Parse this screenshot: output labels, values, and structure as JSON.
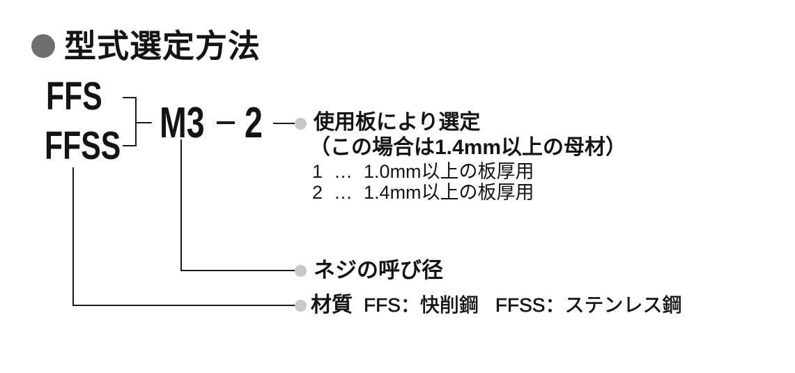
{
  "header": {
    "title": "型式選定方法"
  },
  "model": {
    "prefix_options": [
      {
        "code": "FFS"
      },
      {
        "code": "FFSS"
      }
    ],
    "thread": "M3",
    "plate": "2",
    "separator": "-"
  },
  "callouts": {
    "plate": {
      "title": "使用板により選定",
      "subtitle": "（この場合は1.4mm以上の母材）",
      "options": [
        {
          "code": "1",
          "dots": "…",
          "label": "1.0mm以上の板厚用"
        },
        {
          "code": "2",
          "dots": "…",
          "label": "1.4mm以上の板厚用"
        }
      ]
    },
    "thread": {
      "label": "ネジの呼び径"
    },
    "material": {
      "label": "材質",
      "entries": [
        {
          "code": "FFS",
          "sep": "：",
          "name": "快削鋼"
        },
        {
          "code": "FFSS",
          "sep": "：",
          "name": "ステンレス鋼"
        }
      ]
    }
  },
  "colors": {
    "title_bullet": "#6f6f6f",
    "annotation_bullet": "#c7c7c7",
    "text": "#141414",
    "line": "#1a1a1a",
    "background": "#ffffff"
  }
}
